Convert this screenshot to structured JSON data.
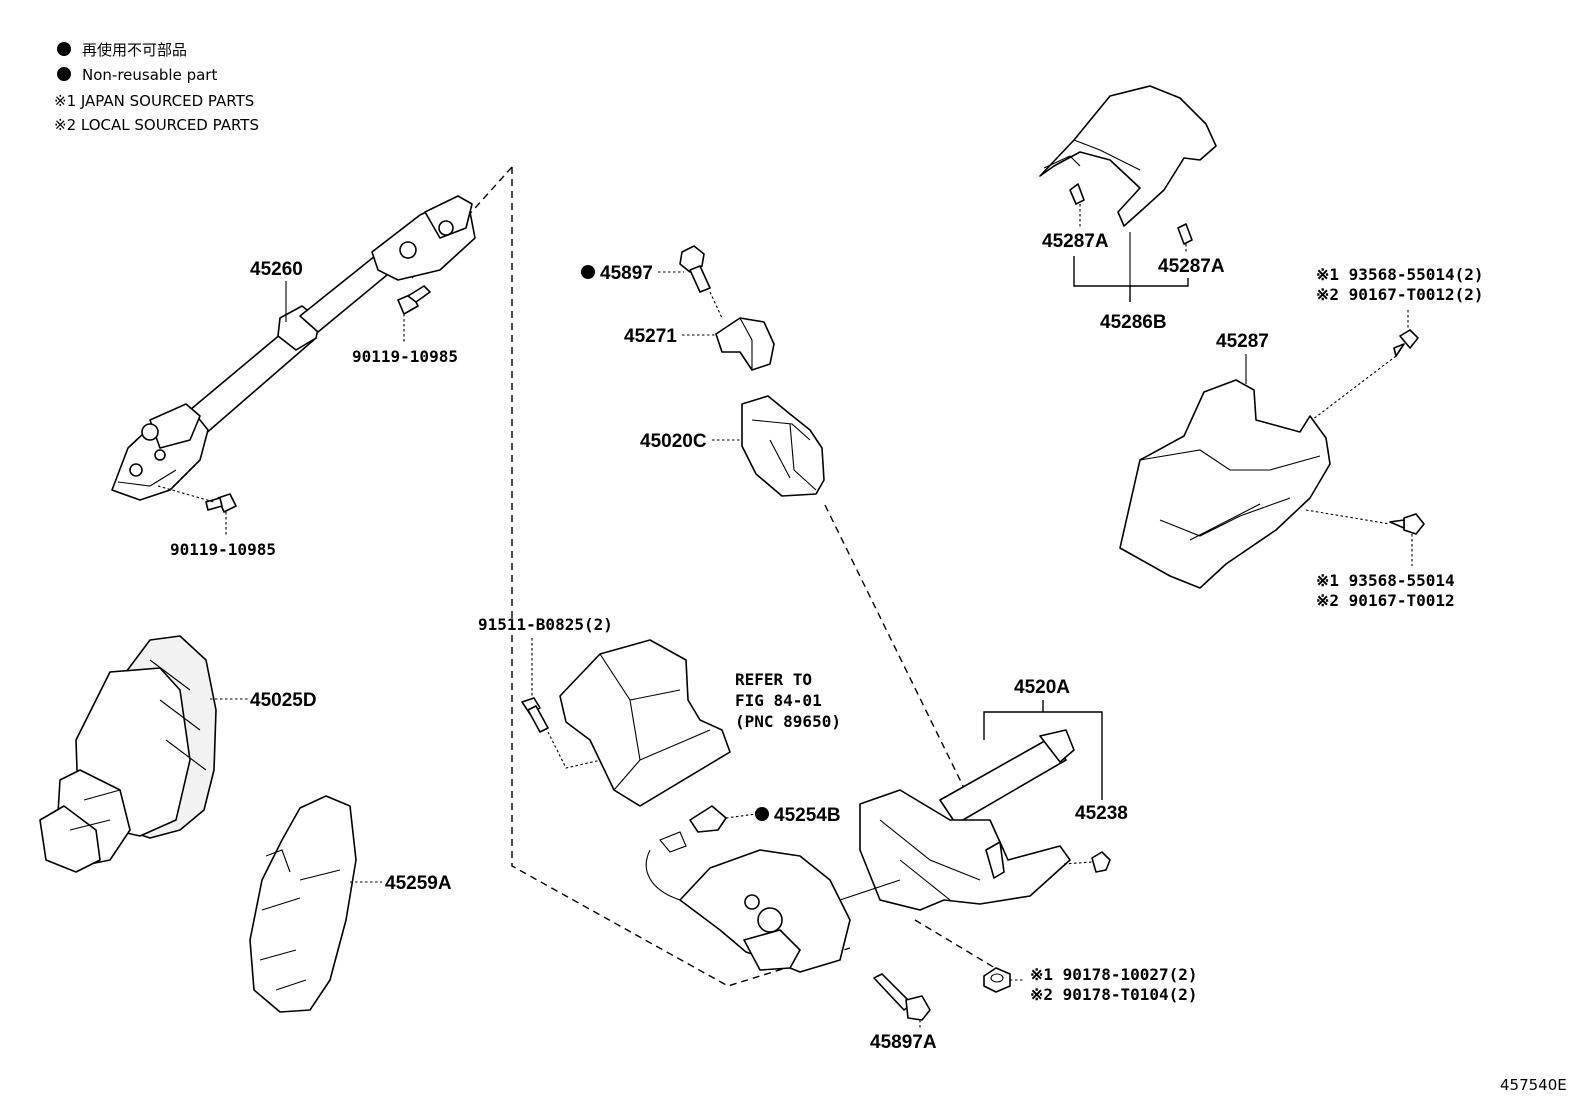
{
  "legend": {
    "non_reusable_jp": "再使用不可部品",
    "non_reusable_en": "Non-reusable part",
    "note_1": "※1 JAPAN SOURCED PARTS",
    "note_2": "※2 LOCAL SOURCED PARTS"
  },
  "parts": {
    "p45260": "45260",
    "p90119_top": "90119-10985",
    "p90119_bottom": "90119-10985",
    "p45025D": "45025D",
    "p45259A": "45259A",
    "p45897": "45897",
    "p45271": "45271",
    "p45020C": "45020C",
    "p91511": "91511-B0825(2)",
    "refer_line1": "REFER TO",
    "refer_line2": "FIG 84-01",
    "refer_line3": "(PNC 89650)",
    "p45254B": "45254B",
    "p45897A": "45897A",
    "p4520A": "4520A",
    "p45238": "45238",
    "p90178_jp": "※1  90178-10027(2)",
    "p90178_local": "※2  90178-T0104(2)",
    "p45287A_left": "45287A",
    "p45287A_right": "45287A",
    "p45286B": "45286B",
    "p45287": "45287",
    "p93568_top_jp": "※1  93568-55014(2)",
    "p90167_top_local": "※2  90167-T0012(2)",
    "p93568_bot_jp": "※1  93568-55014",
    "p90167_bot_local": "※2  90167-T0012"
  },
  "figure_id": "457540E"
}
